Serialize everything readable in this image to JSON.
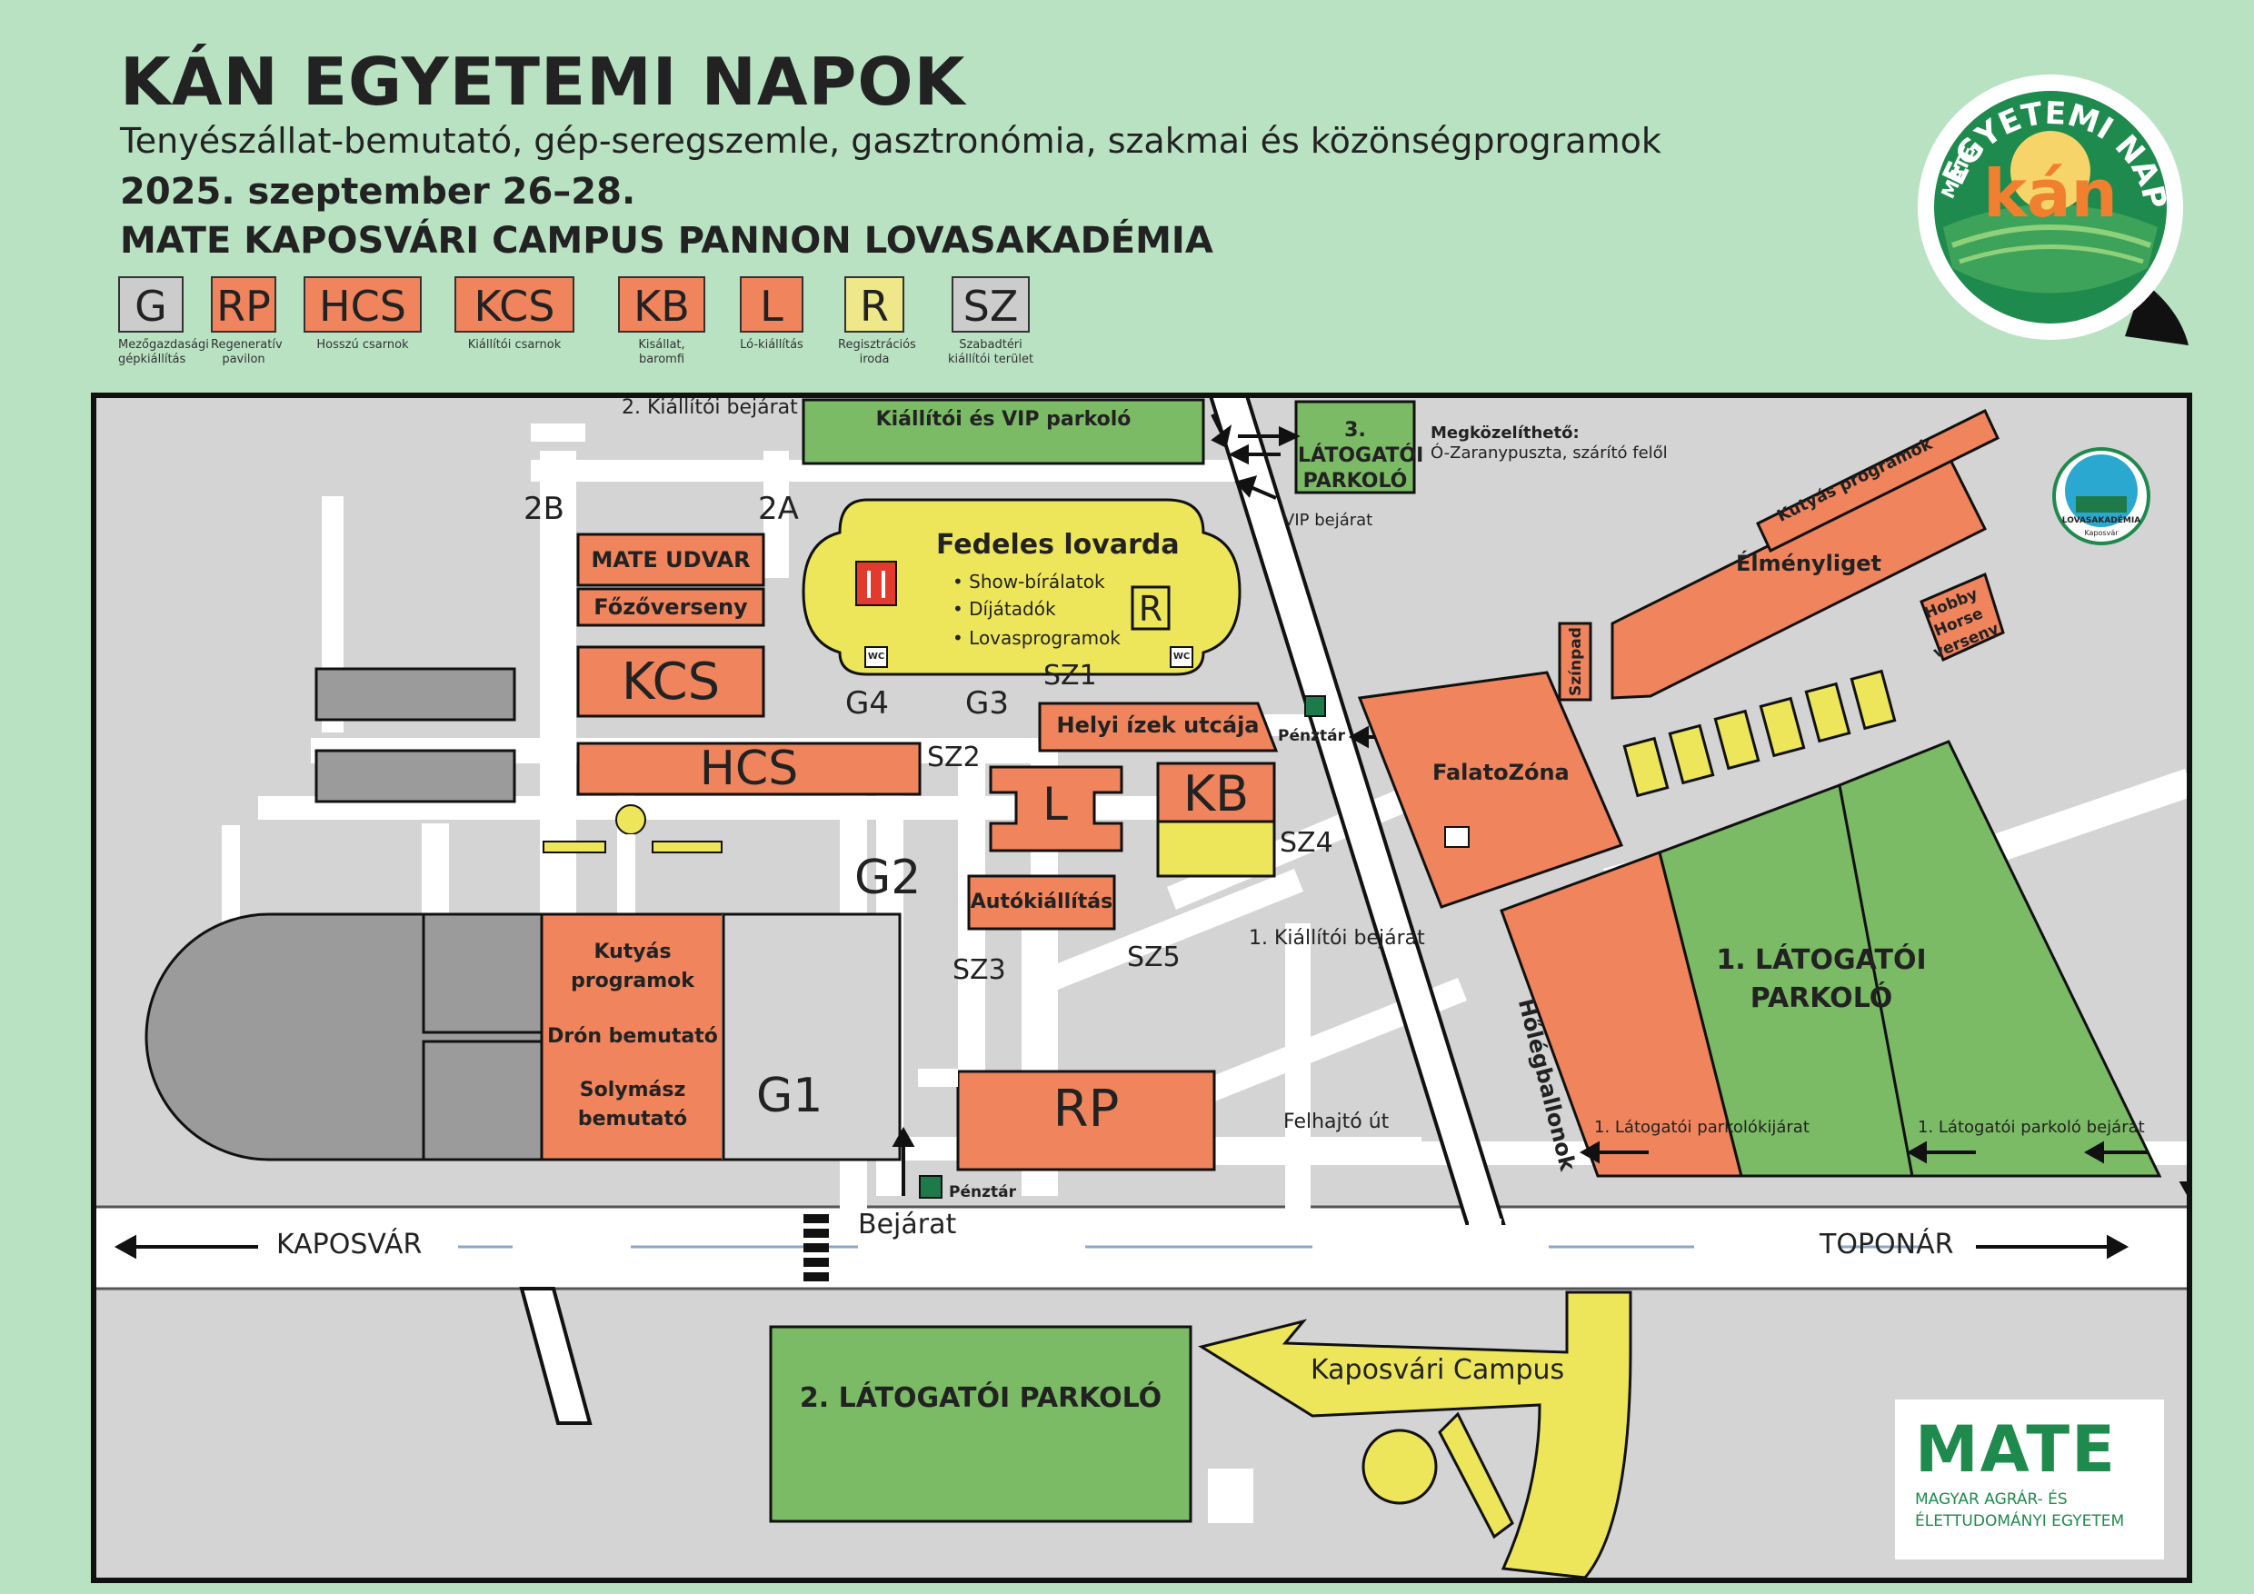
{
  "header": {
    "title": "KÁN EGYETEMI NAPOK",
    "subtitle": "Tenyészállat-bemutató, gép-seregszemle, gasztronómia, szakmai és közönségprogramok",
    "date": "2025. szeptember 26–28.",
    "venue": "MATE KAPOSVÁRI CAMPUS PANNON LOVASAKADÉMIA"
  },
  "legend": [
    {
      "code": "G",
      "desc": "Mezőgazdasági gépkiállítás",
      "color": "#cccccc"
    },
    {
      "code": "RP",
      "desc": "Regeneratív pavilon",
      "color": "#ef845d"
    },
    {
      "code": "HCS",
      "desc": "Hosszú csarnok",
      "color": "#ef845d"
    },
    {
      "code": "KCS",
      "desc": "Kiállítói csarnok",
      "color": "#ef845d"
    },
    {
      "code": "KB",
      "desc": "Kisállat, baromfi",
      "color": "#ef845d"
    },
    {
      "code": "L",
      "desc": "Ló-kiállítás",
      "color": "#ef845d"
    },
    {
      "code": "R",
      "desc": "Regisztrációs iroda",
      "color": "#eee88a"
    },
    {
      "code": "SZ",
      "desc": "Szabadtéri kiállítói terület",
      "color": "#cccccc"
    }
  ],
  "colors": {
    "background": "#b8e2c2",
    "map_ground": "#d4d4d4",
    "orange": "#ef845d",
    "green": "#7bbb65",
    "yellow": "#ede65a",
    "grey_building": "#9b9b9b",
    "dark_green": "#1f7a4a"
  },
  "map": {
    "entrances": {
      "kiallitoi_2": "2. Kiállítói bejárat",
      "kiallitoi_1": "1. Kiállítói bejárat",
      "vip": "VIP bejárat",
      "main": "Bejárat",
      "parking1_exit": "1. Látogatói parkolókijárat",
      "parking1_entry": "1. Látogatói parkoló bejárat"
    },
    "areas": {
      "vip_parking": "Kiállítói és VIP parkoló",
      "parking3": "3. LÁTOGATÓI PARKOLÓ",
      "parking1": "1. LÁTOGATÓI PARKOLÓ",
      "parking2": "2. LÁTOGATÓI PARKOLÓ",
      "approach_title": "Megközelíthető:",
      "approach_text": "Ó-Zaranypuszta, szárító felől",
      "kutyas_top": "Kutyás programok",
      "elmenyliget": "Élményliget",
      "hobby_horse": "Hobby Horse verseny",
      "szinpad": "Színpad",
      "falatozona": "FalatoZóna",
      "holegballonok": "Hőlégballonok",
      "mate_udvar": "MATE UDVAR",
      "fozoverseny": "Főzőverseny",
      "kcs": "KCS",
      "hcs": "HCS",
      "l": "L",
      "kb": "KB",
      "rp": "RP",
      "helyi_izek": "Helyi ízek utcája",
      "autokiallitas": "Autókiállítás",
      "fedeles": "Fedeles lovarda",
      "fedeles_items": [
        "Show-bírálatok",
        "Díjátadók",
        "Lovasprogramok"
      ],
      "r": "R",
      "wc": "WC",
      "penztar": "Pénztár",
      "kutyas_arena": "Kutyás programok",
      "dron": "Drón bemutató",
      "solymasz": "Solymász bemutató",
      "felhajto": "Felhajtó út",
      "campus": "Kaposvári Campus",
      "kaposvar": "KAPOSVÁR",
      "toponar": "TOPONÁR"
    },
    "zones": {
      "2b": "2B",
      "2a": "2A",
      "g1": "G1",
      "g2": "G2",
      "g3": "G3",
      "g4": "G4",
      "sz1": "SZ1",
      "sz2": "SZ2",
      "sz3": "SZ3",
      "sz4": "SZ4",
      "sz5": "SZ5"
    }
  },
  "logos": {
    "seal_top": "EGYETEMI NAPOK",
    "seal_brand": "kán",
    "seal_side": "MATE",
    "lovas_name": "LOVASAKADÉMIA",
    "lovas_city": "Kaposvár",
    "mate_word": "MATE",
    "mate_line1": "MAGYAR AGRÁR- ÉS",
    "mate_line2": "ÉLETTUDOMÁNYI EGYETEM"
  }
}
